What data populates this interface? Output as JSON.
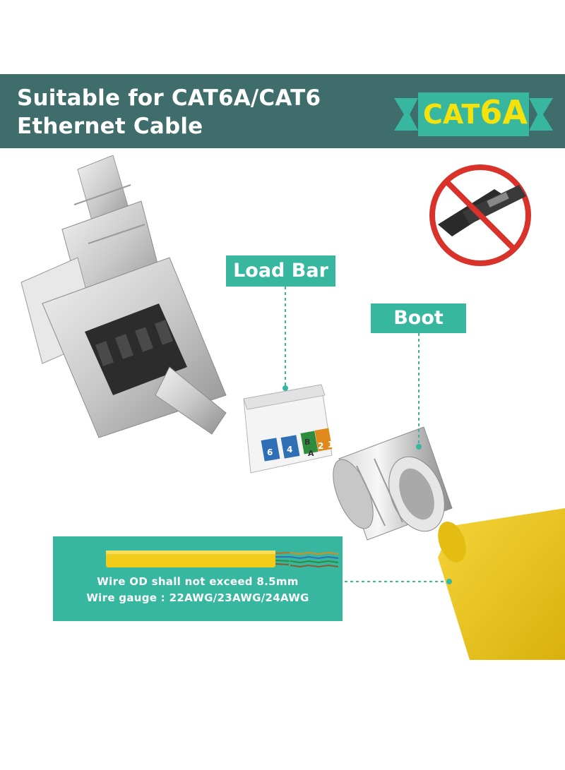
{
  "banner": {
    "title_line1": "Suitable for CAT6A/CAT6",
    "title_line2": "Ethernet Cable",
    "background": "#3e6d6c"
  },
  "badge": {
    "prefix": "CAT",
    "suffix": "6A",
    "text_color": "#f5e20a",
    "background": "#37b6a0"
  },
  "labels": {
    "load_bar": "Load Bar",
    "boot": "Boot"
  },
  "load_bar_numbers": [
    "6",
    "4",
    "B",
    "A",
    "2",
    "1"
  ],
  "wire_spec": {
    "line1": "Wire OD shall not exceed 8.5mm",
    "line2": "Wire gauge : 22AWG/23AWG/24AWG"
  },
  "icons": {
    "no_tool": "no-crimp-tool-icon"
  },
  "colors": {
    "accent": "#37b6a0",
    "cable": "#f2cc1a",
    "no_sign": "#d8322b"
  }
}
